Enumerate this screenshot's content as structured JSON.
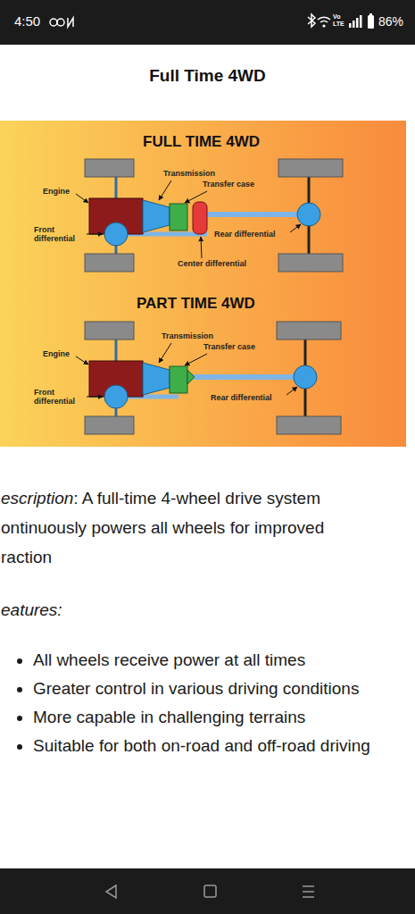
{
  "diagram": {
    "title": "Full Time 4WD",
    "labels": [
      "4:50",
      "Vo LTE",
      "86%",
      "FULL TIME 4WD",
      "Transmission",
      "Transfer case",
      "Engine",
      "Front differential",
      "Rear differential",
      "Center differential",
      "PART TIME 4WD",
      "Transmission",
      "Transfer case",
      "Engine",
      "Front differential",
      "Rear differential",
      "escription",
      ": A full-time 4-wheel drive system ontinuously powers all wheels for improved raction",
      "eatures:",
      "All wheels receive power at all times",
      "Greater control in various driving conditions",
      "More capable in challenging terrains",
      "Suitable for both on-road and off-road driving"
    ]
  }
}
